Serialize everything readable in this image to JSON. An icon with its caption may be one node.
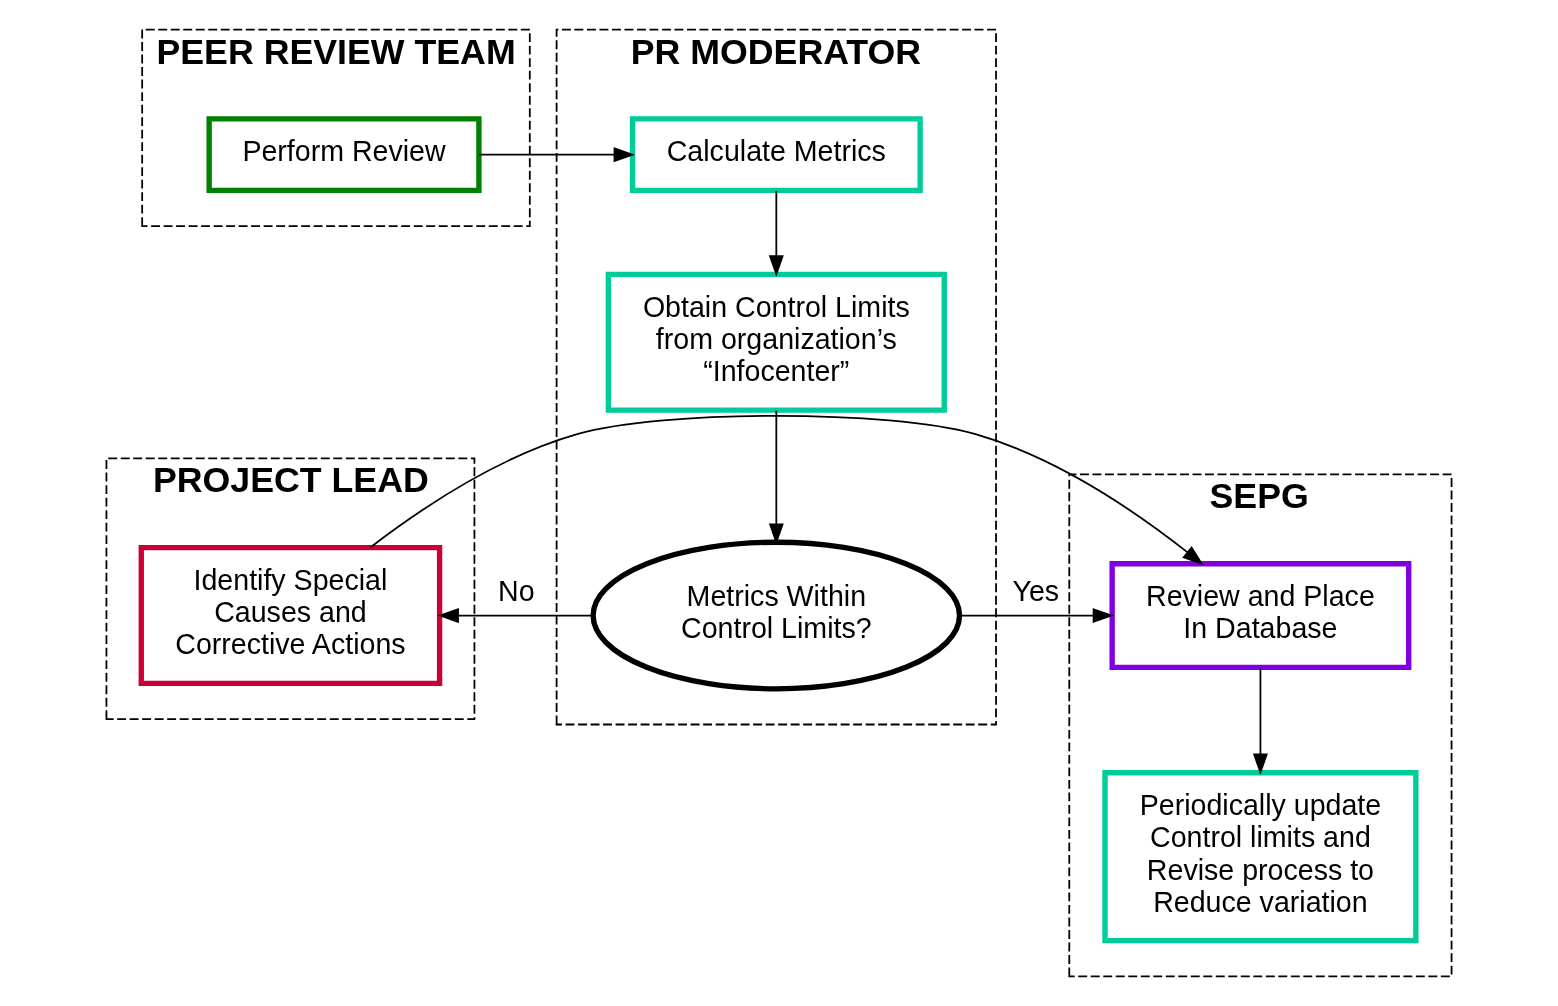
{
  "diagram": {
    "nodes": [
      {
        "text": [
          "PEER REVIEW TEAM"
        ]
      },
      {
        "text": [
          "Perform Review"
        ],
        "in": 0
      },
      {
        "text": [
          "PROJECT LEAD"
        ]
      },
      {
        "text": [
          "Identify Special Causes and Corrective Actions"
        ],
        "in": 2
      },
      {
        "text": [
          "PR MODERATOR"
        ]
      },
      {
        "text": [
          "Calculate Metrics"
        ],
        "in": 4
      },
      {
        "text": [
          "Obtain Control Limits from organization’s “Infocenter”"
        ],
        "in": 4
      },
      {
        "text": [
          "Metrics Within Control Limits?"
        ],
        "in": 4
      },
      {
        "text": [
          "SEPG"
        ]
      },
      {
        "text": [
          "Review and Place In Database"
        ],
        "in": 8
      },
      {
        "text": [
          "Periodically update Control limits and Revise process to Reduce variation"
        ],
        "in": 8
      }
    ],
    "edges": [
      {
        "from": 1,
        "to": 5,
        "arrow": "to"
      },
      {
        "from": 5,
        "to": 6,
        "arrow": "to"
      },
      {
        "from": 6,
        "to": 7,
        "arrow": "to"
      },
      {
        "from": 7,
        "to": 3,
        "arrow": "to",
        "label": "No"
      },
      {
        "from": 7,
        "to": 9,
        "arrow": "to",
        "label": "Yes"
      },
      {
        "from": 3,
        "to": 9,
        "arrow": "to"
      },
      {
        "from": 9,
        "to": 10,
        "arrow": "to"
      }
    ]
  }
}
